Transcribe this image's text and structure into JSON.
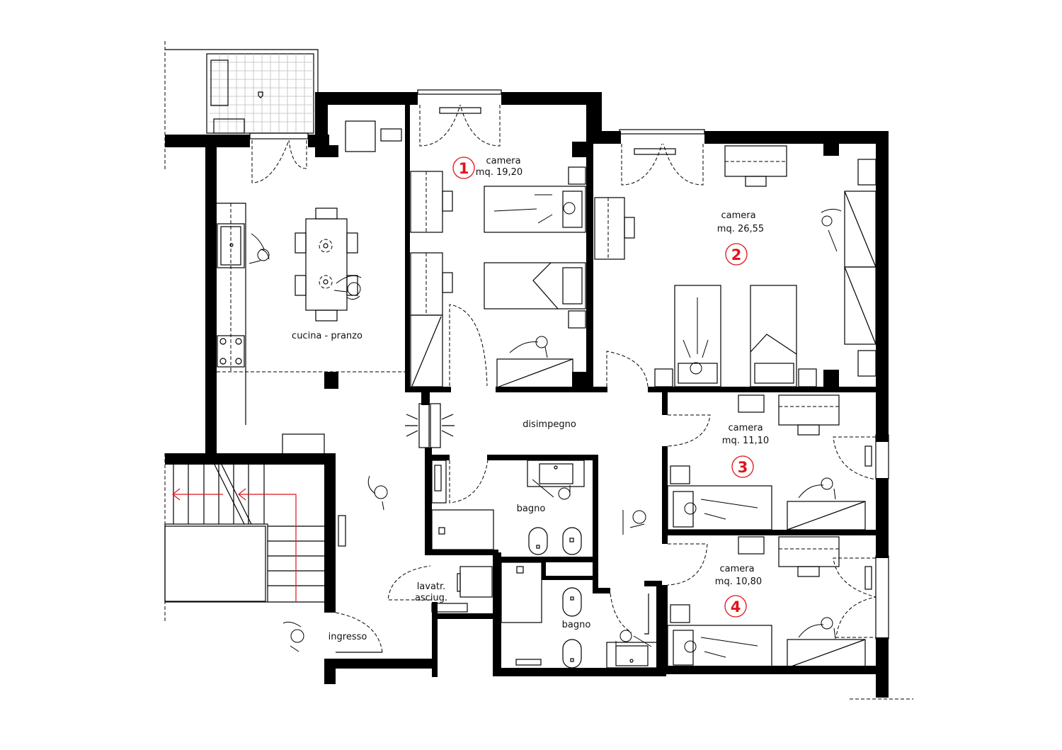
{
  "plan": {
    "rooms": [
      {
        "id": "camera-1",
        "name": "camera",
        "area": "mq. 19,20",
        "number": "1"
      },
      {
        "id": "camera-2",
        "name": "camera",
        "area": "mq. 26,55",
        "number": "2"
      },
      {
        "id": "camera-3",
        "name": "camera",
        "area": "mq. 11,10",
        "number": "3"
      },
      {
        "id": "camera-4",
        "name": "camera",
        "area": "mq. 10,80",
        "number": "4"
      }
    ],
    "labels": {
      "cucina": "cucina - pranzo",
      "disimpegno": "disimpegno",
      "bagno_1": "bagno",
      "bagno_2": "bagno",
      "lavatr_1": "lavatr.",
      "lavatr_2": "asciug.",
      "ingresso": "ingresso"
    },
    "colors": {
      "walls": "#000000",
      "room_number": "#e0141a",
      "stair_arrow": "#e0141a",
      "tiles": "#bdbdbd"
    }
  }
}
